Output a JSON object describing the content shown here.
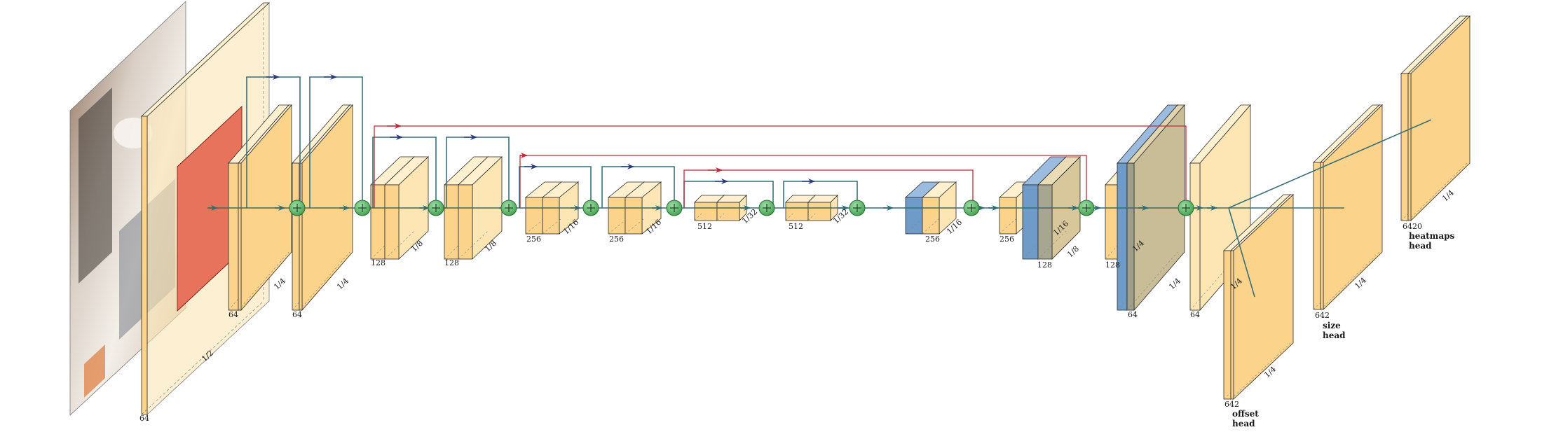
{
  "colors": {
    "block_front": "#fde6b4",
    "block_front_deep": "#fbd38a",
    "block_top": "#fff0cf",
    "block_side": "#fad898",
    "edge": "#2a2a2a",
    "conv": "#e8735d",
    "upsample": "#6f9bc9",
    "add_node": "#5fbf6d",
    "skip_teal": "#3a6f76",
    "skip_red": "#c0283a",
    "arrow_navy": "#2a3c78",
    "arrow_flow": "#2f6f73"
  },
  "labels": {
    "input_channels": "64",
    "input_scale": "1/2",
    "b1_channels": "64",
    "b1_scale": "1/4",
    "b2_channels": "64",
    "b2_scale": "1/4",
    "b3_channels": "128",
    "b3_scale": "1/8",
    "b4_channels": "128",
    "b4_scale": "1/8",
    "b5_channels": "256",
    "b5_scale": "1/16",
    "b6_channels": "256",
    "b6_scale": "1/16",
    "b7_channels": "512",
    "b7_scale": "1/32",
    "b8_channels": "512",
    "b8_scale": "1/32",
    "up1_channels": "256",
    "up1_scale": "1/16",
    "up2_channels": "256",
    "up2_scale": "1/16",
    "up3_channels": "128",
    "up3_scale": "1/8",
    "up4_channels": "128",
    "up4_scale": "1/4",
    "up5_channels": "64",
    "up5_scale": "1/4",
    "out_channels": "64",
    "out_scale": "1/4",
    "offset_channels": "642",
    "offset_scale": "1/4",
    "offset_head": "offset",
    "offset_head2": "head",
    "size_channels": "642",
    "size_scale": "1/4",
    "size_head": "size",
    "size_head2": "head",
    "heatmaps_channels": "6420",
    "heatmaps_scale": "1/4",
    "heatmaps_head": "heatmaps",
    "heatmaps_head2": "head"
  }
}
